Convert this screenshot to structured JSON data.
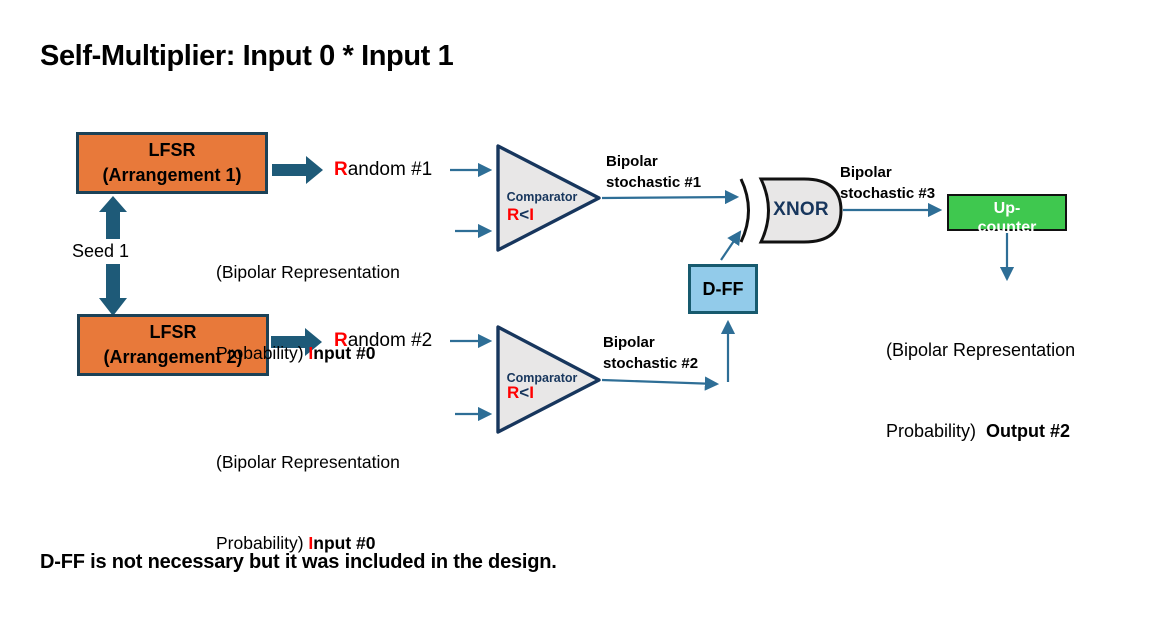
{
  "title": "Self-Multiplier: Input 0 * Input 1",
  "footnote": "D-FF is not necessary but it was included in the design.",
  "blocks": {
    "lfsr1": {
      "line1": "LFSR",
      "line2": "(Arrangement 1)"
    },
    "lfsr2": {
      "line1": "LFSR",
      "line2": "(Arrangement 2)"
    },
    "comparator1": {
      "label": "Comparator",
      "cond_r": "R",
      "cond_op": "<",
      "cond_i": "I"
    },
    "comparator2": {
      "label": "Comparator",
      "cond_r": "R",
      "cond_op": "<",
      "cond_i": "I"
    },
    "xnor": {
      "label": "XNOR"
    },
    "dff": {
      "label": "D-FF"
    },
    "up_counter": {
      "line1": "Up-",
      "line2": "counter"
    }
  },
  "labels": {
    "seed": "Seed 1",
    "random1": {
      "red": "R",
      "rest": "andom #1"
    },
    "random2": {
      "red": "R",
      "rest": "andom #2"
    },
    "input0_a": {
      "line1": "(Bipolar Representation",
      "line2_prefix": "Probability) ",
      "red": "I",
      "bold_rest": "nput #0"
    },
    "input0_b": {
      "line1": "(Bipolar Representation",
      "line2_prefix": "Probability) ",
      "red": "I",
      "bold_rest": "nput #0"
    },
    "stochastic1": {
      "line1": "Bipolar",
      "line2": "stochastic #1"
    },
    "stochastic2": {
      "line1": "Bipolar",
      "line2": "stochastic #2"
    },
    "stochastic3": {
      "line1": "Bipolar",
      "line2": "stochastic #3"
    },
    "output2": {
      "line1": "(Bipolar Representation",
      "line2_prefix": "Probability)  ",
      "bold": "Output #2"
    }
  },
  "colors": {
    "orange_fill": "#E8793A",
    "box_border": "#1C4257",
    "thick_arrow": "#1E5A78",
    "thin_arrow": "#2E6E96",
    "comparator_fill": "#E8E7E7",
    "comparator_border": "#17365D",
    "navy_text": "#17365D",
    "red_text": "#FF0000",
    "dff_fill": "#92CBEA",
    "dff_border": "#175A6E",
    "green_fill": "#3FC84F",
    "dark_border": "#111111"
  }
}
